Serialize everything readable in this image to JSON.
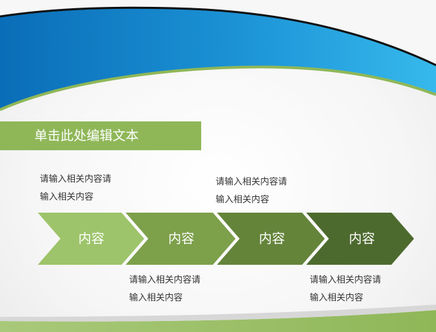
{
  "title": "单击此处编辑文本",
  "colors": {
    "blue_dark": "#0a6db7",
    "blue_light": "#36b9ec",
    "green_accent": "#8fb758",
    "chevron_1": "#9dc46a",
    "chevron_2": "#7da04b",
    "chevron_3": "#64843a",
    "chevron_4": "#4d6a2e"
  },
  "steps": [
    {
      "label": "内容"
    },
    {
      "label": "内容"
    },
    {
      "label": "内容"
    },
    {
      "label": "内容"
    }
  ],
  "notes": [
    {
      "line1": "请输入相关内容请",
      "line2": "输入相关内容"
    },
    {
      "line1": "请输入相关内容请",
      "line2": "输入相关内容"
    },
    {
      "line1": "请输入相关内容请",
      "line2": "输入相关内容"
    },
    {
      "line1": "请输入相关内容请",
      "line2": "输入相关内容"
    }
  ]
}
